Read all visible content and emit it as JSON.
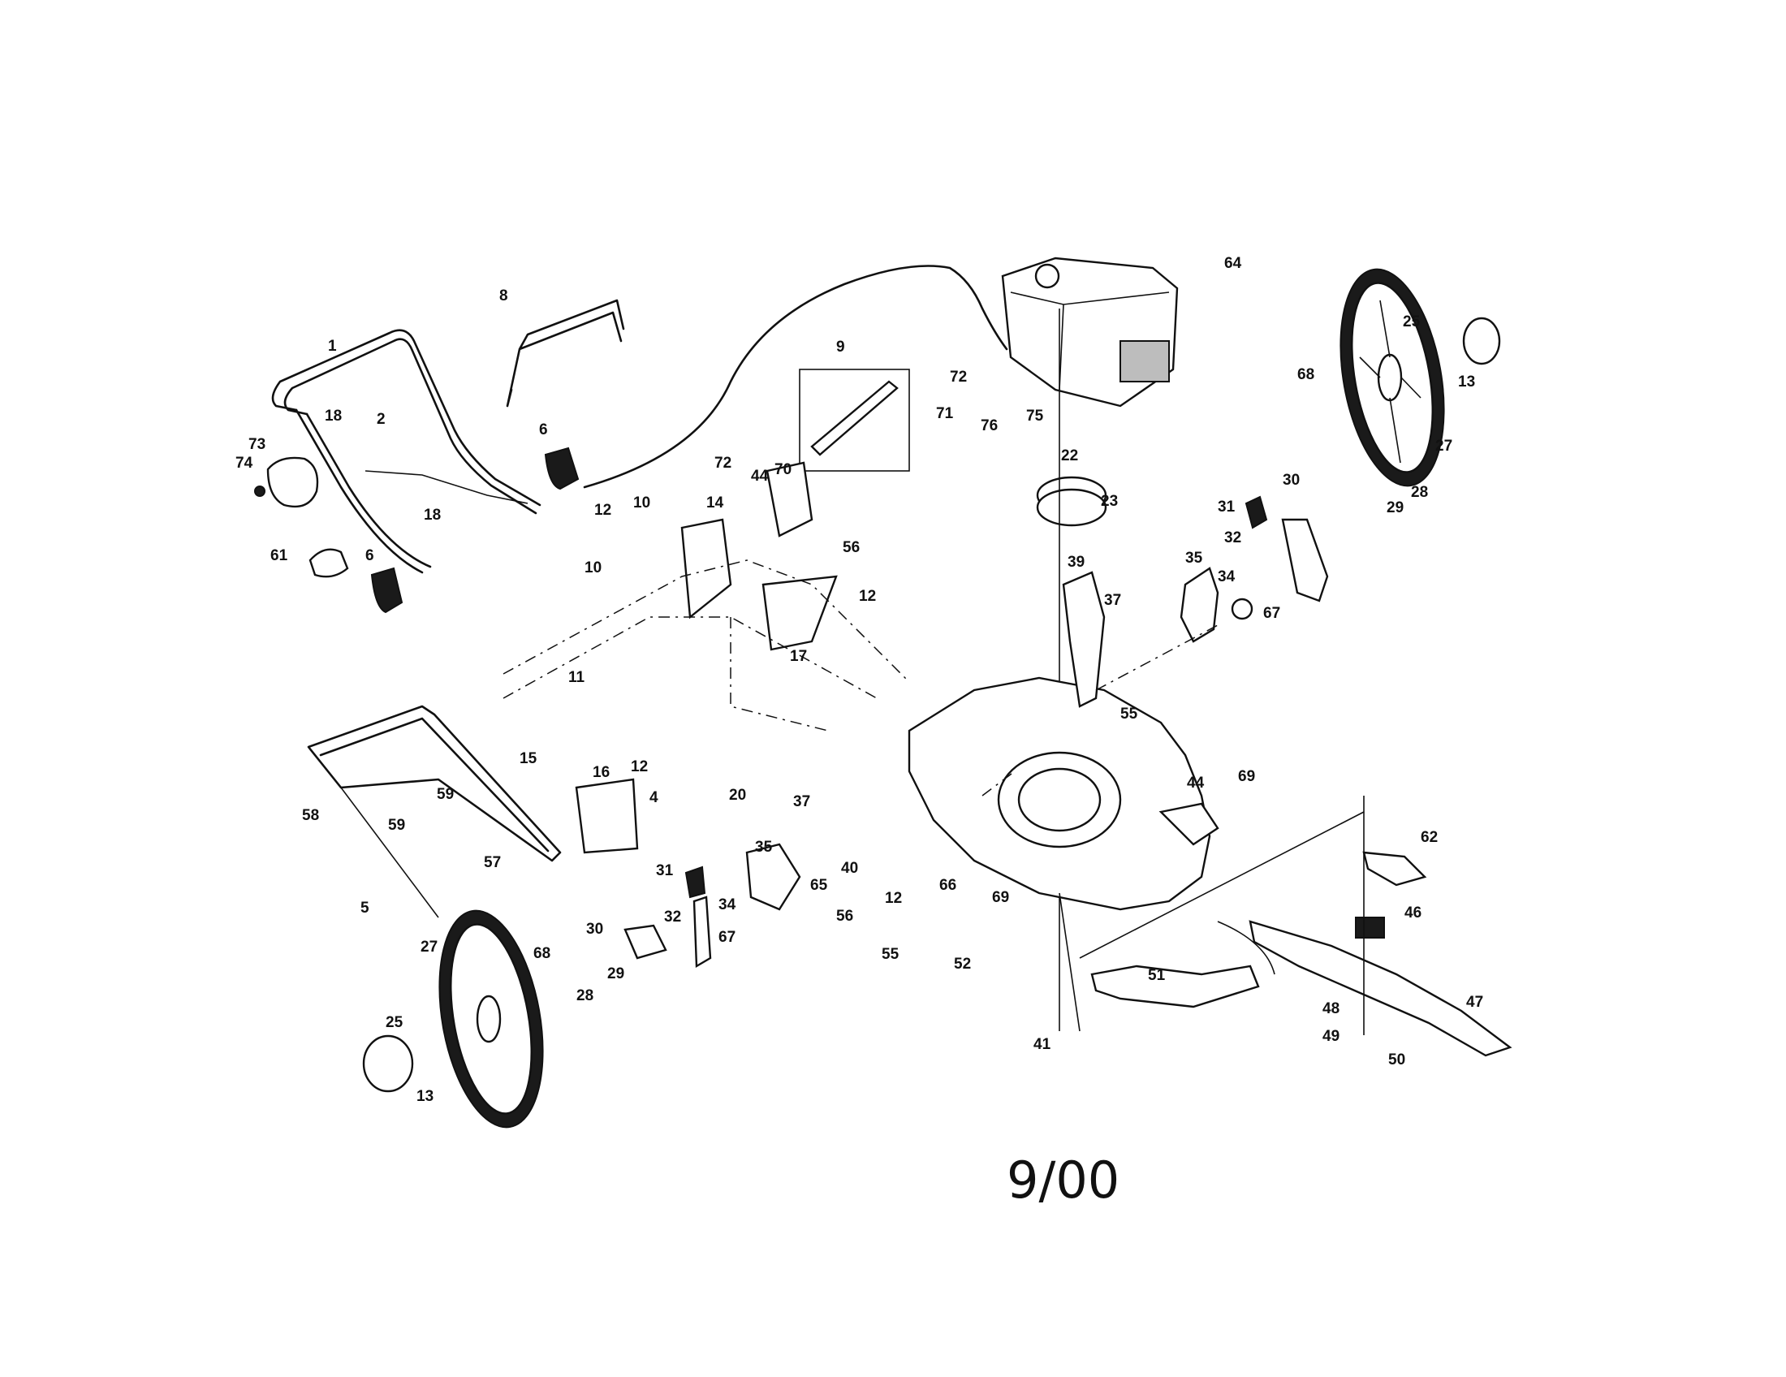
{
  "diagram": {
    "date_stamp": "9/00",
    "parts": [
      {
        "key": "p1",
        "text": "1"
      },
      {
        "key": "p8",
        "text": "8"
      },
      {
        "key": "p18a",
        "text": "18"
      },
      {
        "key": "p2",
        "text": "2"
      },
      {
        "key": "p6a",
        "text": "6"
      },
      {
        "key": "p73",
        "text": "73"
      },
      {
        "key": "p74",
        "text": "74"
      },
      {
        "key": "p18b",
        "text": "18"
      },
      {
        "key": "p61",
        "text": "61"
      },
      {
        "key": "p6b",
        "text": "6"
      },
      {
        "key": "p9",
        "text": "9"
      },
      {
        "key": "p72a",
        "text": "72"
      },
      {
        "key": "p71",
        "text": "71"
      },
      {
        "key": "p72b",
        "text": "72"
      },
      {
        "key": "p70",
        "text": "70"
      },
      {
        "key": "p76",
        "text": "76"
      },
      {
        "key": "p75",
        "text": "75"
      },
      {
        "key": "p64",
        "text": "64"
      },
      {
        "key": "p25a",
        "text": "25"
      },
      {
        "key": "p13a",
        "text": "13"
      },
      {
        "key": "p68a",
        "text": "68"
      },
      {
        "key": "p27a",
        "text": "27"
      },
      {
        "key": "p22",
        "text": "22"
      },
      {
        "key": "p23",
        "text": "23"
      },
      {
        "key": "p44a",
        "text": "44"
      },
      {
        "key": "p12a",
        "text": "12"
      },
      {
        "key": "p10a",
        "text": "10"
      },
      {
        "key": "p14",
        "text": "14"
      },
      {
        "key": "p56a",
        "text": "56"
      },
      {
        "key": "p10b",
        "text": "10"
      },
      {
        "key": "p12b",
        "text": "12"
      },
      {
        "key": "p17",
        "text": "17"
      },
      {
        "key": "p30a",
        "text": "30"
      },
      {
        "key": "p31a",
        "text": "31"
      },
      {
        "key": "p32a",
        "text": "32"
      },
      {
        "key": "p29a",
        "text": "29"
      },
      {
        "key": "p28a",
        "text": "28"
      },
      {
        "key": "p35a",
        "text": "35"
      },
      {
        "key": "p34a",
        "text": "34"
      },
      {
        "key": "p67a",
        "text": "67"
      },
      {
        "key": "p39",
        "text": "39"
      },
      {
        "key": "p37a",
        "text": "37"
      },
      {
        "key": "p55a",
        "text": "55"
      },
      {
        "key": "p11",
        "text": "11"
      },
      {
        "key": "p15",
        "text": "15"
      },
      {
        "key": "p16",
        "text": "16"
      },
      {
        "key": "p12c",
        "text": "12"
      },
      {
        "key": "p20",
        "text": "20"
      },
      {
        "key": "p58",
        "text": "58"
      },
      {
        "key": "p59a",
        "text": "59"
      },
      {
        "key": "p59b",
        "text": "59"
      },
      {
        "key": "p4",
        "text": "4"
      },
      {
        "key": "p37b",
        "text": "37"
      },
      {
        "key": "p44b",
        "text": "44"
      },
      {
        "key": "p69a",
        "text": "69"
      },
      {
        "key": "p62",
        "text": "62"
      },
      {
        "key": "p57",
        "text": "57"
      },
      {
        "key": "p5",
        "text": "5"
      },
      {
        "key": "p31b",
        "text": "31"
      },
      {
        "key": "p35b",
        "text": "35"
      },
      {
        "key": "p40",
        "text": "40"
      },
      {
        "key": "p65",
        "text": "65"
      },
      {
        "key": "p66",
        "text": "66"
      },
      {
        "key": "p32b",
        "text": "32"
      },
      {
        "key": "p34b",
        "text": "34"
      },
      {
        "key": "p56b",
        "text": "56"
      },
      {
        "key": "p12d",
        "text": "12"
      },
      {
        "key": "p46",
        "text": "46"
      },
      {
        "key": "p27b",
        "text": "27"
      },
      {
        "key": "p30b",
        "text": "30"
      },
      {
        "key": "p67b",
        "text": "67"
      },
      {
        "key": "p55b",
        "text": "55"
      },
      {
        "key": "p69b",
        "text": "69"
      },
      {
        "key": "p52",
        "text": "52"
      },
      {
        "key": "p68b",
        "text": "68"
      },
      {
        "key": "p29b",
        "text": "29"
      },
      {
        "key": "p28b",
        "text": "28"
      },
      {
        "key": "p51",
        "text": "51"
      },
      {
        "key": "p47",
        "text": "47"
      },
      {
        "key": "p48",
        "text": "48"
      },
      {
        "key": "p25b",
        "text": "25"
      },
      {
        "key": "p49",
        "text": "49"
      },
      {
        "key": "p50",
        "text": "50"
      },
      {
        "key": "p41",
        "text": "41"
      },
      {
        "key": "p13b",
        "text": "13"
      }
    ]
  }
}
